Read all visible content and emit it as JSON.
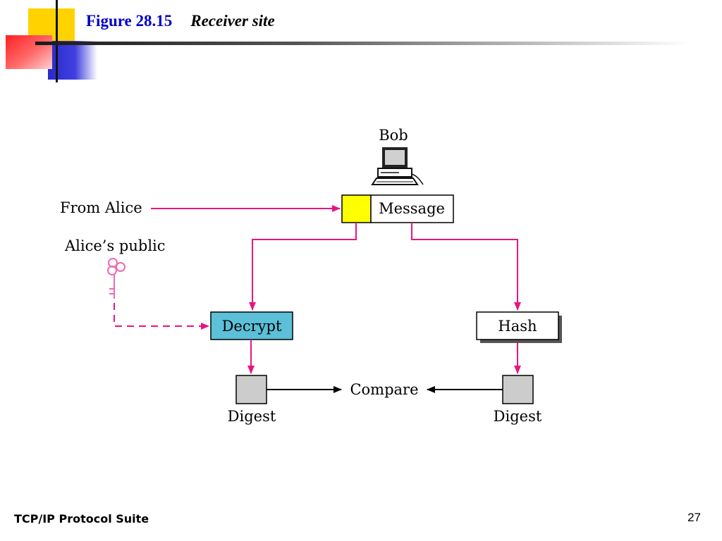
{
  "header": {
    "figure_number": "Figure 28.15",
    "figure_title": "Receiver site"
  },
  "diagram": {
    "receiver_label": "Bob",
    "source_label": "From Alice",
    "key_label": "Alice’s public",
    "message_label": "Message",
    "decrypt_label": "Decrypt",
    "hash_label": "Hash",
    "compare_label": "Compare",
    "digest_left_label": "Digest",
    "digest_right_label": "Digest",
    "colors": {
      "flow": "#e8157f",
      "signature": "#ffff00",
      "decrypt_fill": "#5bc0d8",
      "digest_fill": "#cccccc",
      "key": "#f06ab0"
    }
  },
  "footer": {
    "suite": "TCP/IP Protocol Suite",
    "page": "27"
  }
}
